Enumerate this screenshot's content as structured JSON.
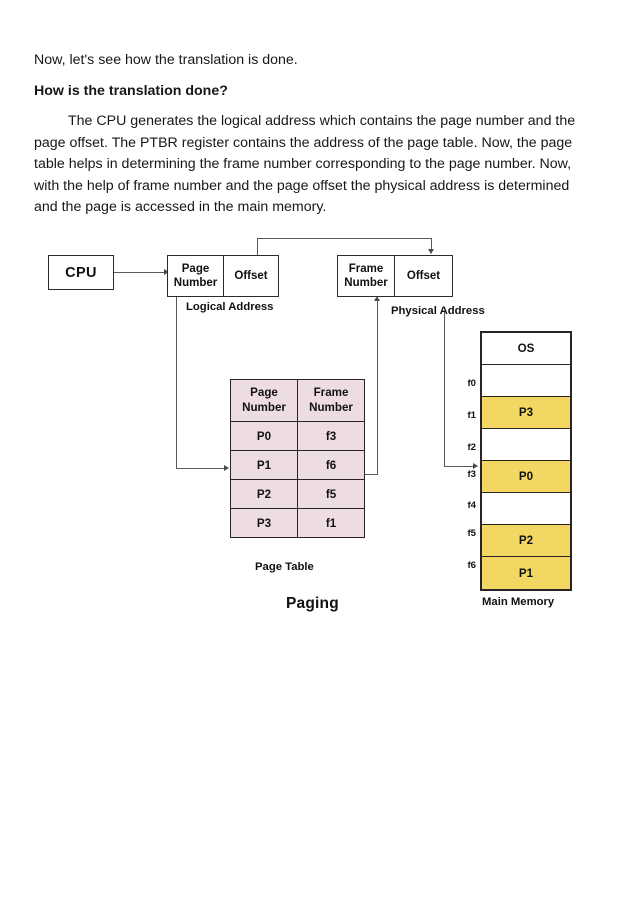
{
  "document": {
    "paragraphs": [
      {
        "id": "intro",
        "text": "Now, let's see how the translation is done.",
        "style": "normal"
      },
      {
        "id": "heading",
        "text": "How is the translation done?",
        "style": "heading"
      },
      {
        "id": "body",
        "text": "The CPU generates the logical address which contains the page number and the page offset. The PTBR register contains the address of the page table. Now, the page table helps in determining the frame number corresponding to the page number. Now, with the help of frame number and the page offset the physical address is determined and the page is accessed in the main memory.",
        "style": "body-indent"
      }
    ]
  },
  "figure": {
    "title": "Paging",
    "cpu_label": "CPU",
    "logical_address": {
      "caption": "Logical  Address",
      "field_page_number": "Page Number",
      "field_offset": "Offset"
    },
    "physical_address": {
      "caption": "Physical Address",
      "field_frame_number": "Frame Number",
      "field_offset": "Offset"
    },
    "page_table": {
      "caption": "Page Table",
      "headers": [
        "Page Number",
        "Frame Number"
      ],
      "rows": [
        {
          "page": "P0",
          "frame": "f3"
        },
        {
          "page": "P1",
          "frame": "f6"
        },
        {
          "page": "P2",
          "frame": "f5"
        },
        {
          "page": "P3",
          "frame": "f1"
        }
      ]
    },
    "main_memory": {
      "caption": "Main Memory",
      "os_label": "OS",
      "frames": [
        {
          "tag": "",
          "content": "OS",
          "filled": false,
          "is_os": true
        },
        {
          "tag": "f0",
          "content": "",
          "filled": false
        },
        {
          "tag": "f1",
          "content": "P3",
          "filled": true
        },
        {
          "tag": "f2",
          "content": "",
          "filled": false
        },
        {
          "tag": "f3",
          "content": "P0",
          "filled": true
        },
        {
          "tag": "f4",
          "content": "",
          "filled": false
        },
        {
          "tag": "f5",
          "content": "P2",
          "filled": true
        },
        {
          "tag": "f6",
          "content": "P1",
          "filled": true
        }
      ]
    },
    "colors": {
      "page_table_fill": "#eedce4",
      "memory_frame_fill": "#f2d863",
      "box_stroke": "#2a2326",
      "connector_stroke": "#5a5a5a"
    }
  }
}
